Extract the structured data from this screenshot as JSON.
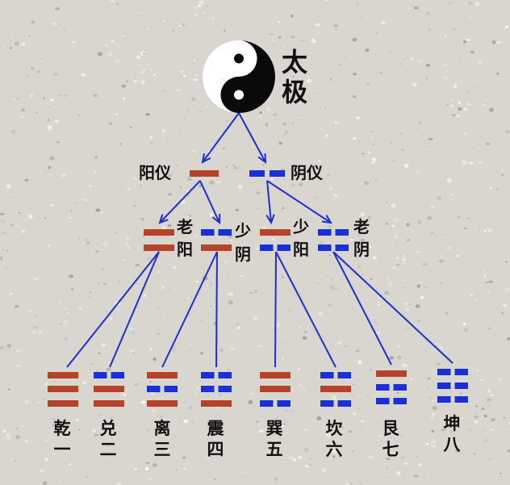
{
  "title": {
    "line1": "太",
    "line2": "极"
  },
  "yiyang": {
    "label": "阳仪",
    "lines": [
      "yang"
    ]
  },
  "yiyin": {
    "label": "阴仪",
    "lines": [
      "yin"
    ]
  },
  "xiang": [
    {
      "char1": "老",
      "char2": "阳",
      "lines": [
        "yang",
        "yang"
      ]
    },
    {
      "char1": "少",
      "char2": "阴",
      "lines": [
        "yin",
        "yang"
      ]
    },
    {
      "char1": "少",
      "char2": "阳",
      "lines": [
        "yang",
        "yin"
      ]
    },
    {
      "char1": "老",
      "char2": "阴",
      "lines": [
        "yin",
        "yin"
      ]
    }
  ],
  "trigrams": [
    {
      "name": "乾",
      "num": "一",
      "lines": [
        "yang",
        "yang",
        "yang"
      ]
    },
    {
      "name": "兑",
      "num": "二",
      "lines": [
        "yin",
        "yang",
        "yang"
      ]
    },
    {
      "name": "离",
      "num": "三",
      "lines": [
        "yang",
        "yin",
        "yang"
      ]
    },
    {
      "name": "震",
      "num": "四",
      "lines": [
        "yin",
        "yin",
        "yang"
      ]
    },
    {
      "name": "巽",
      "num": "五",
      "lines": [
        "yang",
        "yang",
        "yin"
      ]
    },
    {
      "name": "坎",
      "num": "六",
      "lines": [
        "yin",
        "yang",
        "yin"
      ]
    },
    {
      "name": "艮",
      "num": "七",
      "lines": [
        "yang",
        "yin",
        "yin"
      ]
    },
    {
      "name": "坤",
      "num": "八",
      "lines": [
        "yin",
        "yin",
        "yin"
      ]
    }
  ],
  "colors": {
    "yang": "#b5432a",
    "yin": "#1b2fd6",
    "connector": "#1b2fd6",
    "text": "#111111",
    "background": "#d9d6cf"
  }
}
